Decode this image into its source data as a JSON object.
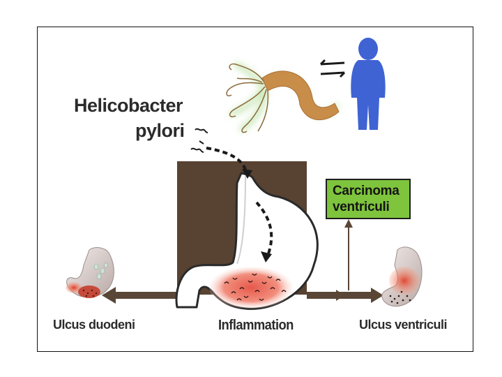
{
  "labels": {
    "bacterium_line1": "Helicobacter",
    "bacterium_line2": "pylori",
    "carcinoma_line1": "Carcinoma",
    "carcinoma_line2": "ventriculi",
    "duodenal_ulcer": "Ulcus duodeni",
    "inflammation": "Inflammation",
    "gastric_ulcer": "Ulcus ventriculi"
  },
  "colors": {
    "brown_panel": "#584231",
    "arrow": "#5a4636",
    "bacterium_body": "#c98d4a",
    "human": "#3f63d3",
    "carcinoma_box": "#7ec43c",
    "inflammation": "#e0493a"
  },
  "icons": {
    "bacterium": "helicobacter-bacterium-icon",
    "person": "person-icon",
    "exchange": "exchange-arrows-icon",
    "stomach": "stomach-icon"
  }
}
